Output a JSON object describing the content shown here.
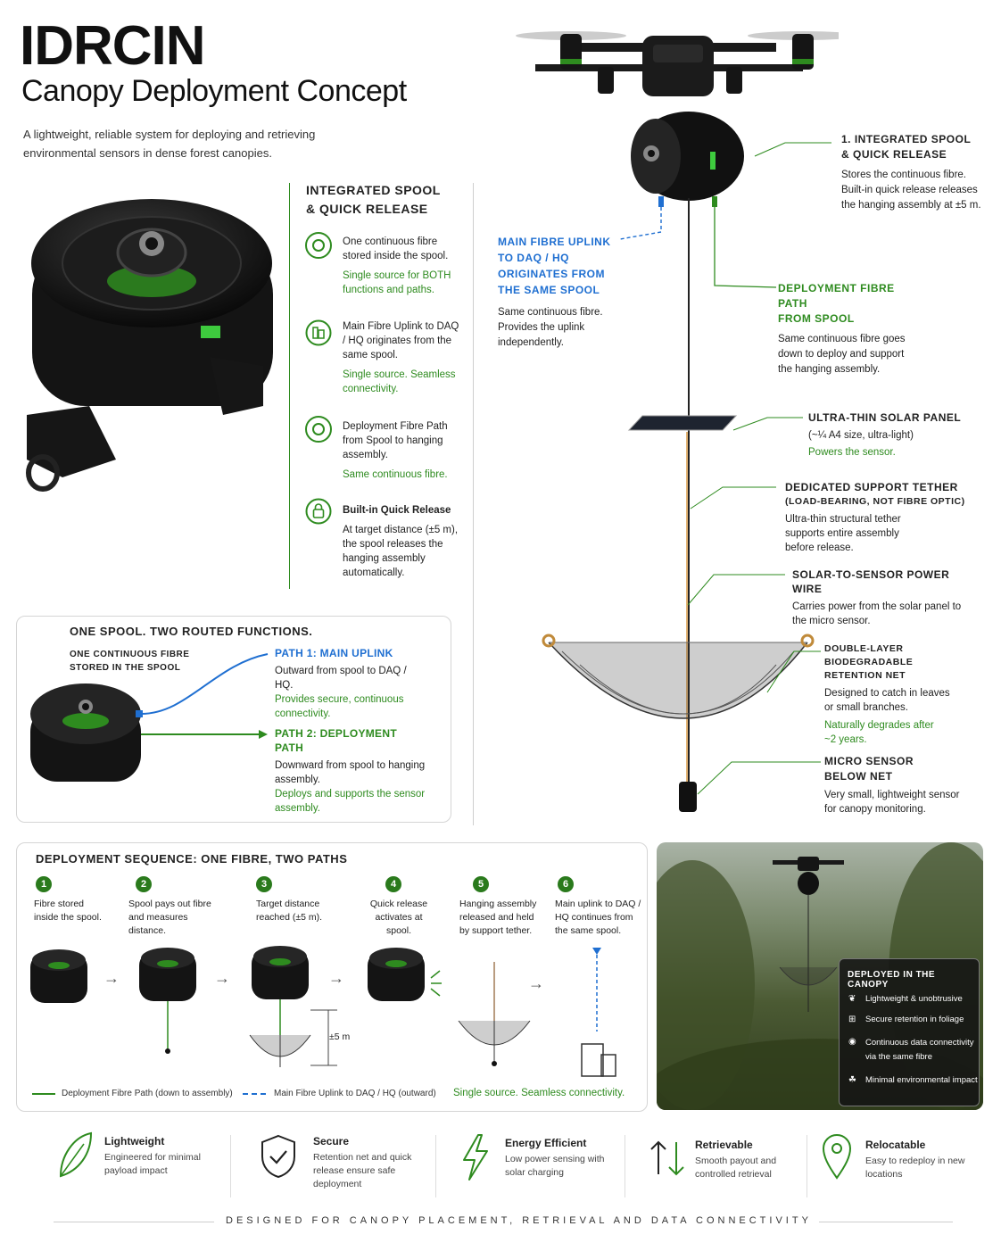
{
  "header": {
    "title": "IDRCIN",
    "subtitle": "Canopy Deployment Concept",
    "intro": "A lightweight, reliable system for deploying and retrieving environmental sensors in dense forest canopies."
  },
  "spool_panel": {
    "heading_line1": "INTEGRATED SPOOL",
    "heading_line2": "& QUICK RELEASE",
    "items": [
      {
        "icon": "target-icon",
        "text": "One continuous fibre stored inside the spool.",
        "note": "Single source for BOTH functions and paths."
      },
      {
        "icon": "building-icon",
        "text": "Main Fibre Uplink to DAQ / HQ originates from the same spool.",
        "note": "Single source. Seamless connectivity."
      },
      {
        "icon": "target-icon",
        "text": "Deployment Fibre Path from Spool to hanging assembly.",
        "note": "Same continuous fibre."
      },
      {
        "icon": "lock-icon",
        "text": "Built-in Quick Release",
        "note": "At target distance (±5 m), the spool releases the hanging assembly automatically."
      }
    ]
  },
  "routing_panel": {
    "heading": "ONE SPOOL. TWO ROUTED FUNCTIONS.",
    "fibre_label_line1": "ONE CONTINUOUS FIBRE",
    "fibre_label_line2": "STORED IN THE SPOOL",
    "path1_title": "PATH 1: MAIN UPLINK",
    "path1_text": "Outward from spool to DAQ / HQ.",
    "path1_note": "Provides secure, continuous connectivity.",
    "path2_title": "PATH 2: DEPLOYMENT PATH",
    "path2_text": "Downward from spool to hanging assembly.",
    "path2_note": "Deploys and supports the sensor assembly."
  },
  "drone_callouts": {
    "spool": {
      "title_line1": "1. INTEGRATED SPOOL",
      "title_line2": "& QUICK RELEASE",
      "text": "Stores the continuous fibre. Built-in quick release releases the hanging assembly at ±5 m."
    },
    "uplink": {
      "title": "MAIN FIBRE UPLINK TO DAQ / HQ ORIGINATES FROM THE SAME SPOOL",
      "text": "Same continuous fibre. Provides the uplink independently."
    },
    "deploy": {
      "title_line1": "DEPLOYMENT FIBRE PATH",
      "title_line2": "FROM SPOOL",
      "text": "Same continuous fibre goes down to deploy and support the hanging assembly."
    },
    "solar": {
      "title": "ULTRA-THIN SOLAR PANEL",
      "text": "(~¼ A4 size, ultra-light)",
      "note": "Powers the sensor."
    },
    "tether": {
      "title_line1": "DEDICATED SUPPORT TETHER",
      "title_line2": "(LOAD-BEARING, NOT FIBRE OPTIC)",
      "text": "Ultra-thin structural tether supports entire assembly before release."
    },
    "power": {
      "title": "SOLAR-TO-SENSOR POWER WIRE",
      "text": "Carries power from the solar panel to the micro sensor."
    },
    "net": {
      "title_line1": "DOUBLE-LAYER BIODEGRADABLE",
      "title_line2": "RETENTION NET",
      "text": "Designed to catch in leaves or small branches.",
      "note": "Naturally degrades after ~2 years."
    },
    "sensor": {
      "title_line1": "MICRO SENSOR",
      "title_line2": "BELOW NET",
      "text": "Very small, lightweight sensor for canopy monitoring."
    }
  },
  "sequence": {
    "heading": "DEPLOYMENT SEQUENCE: ONE FIBRE, TWO PATHS",
    "steps": [
      {
        "num": "1",
        "text": "Fibre stored inside the spool."
      },
      {
        "num": "2",
        "text": "Spool pays out fibre and measures distance."
      },
      {
        "num": "3",
        "text": "Target distance reached (±5 m)."
      },
      {
        "num": "4",
        "text": "Quick release activates at spool."
      },
      {
        "num": "5",
        "text": "Hanging assembly released and held by support tether."
      },
      {
        "num": "6",
        "text": "Main uplink to DAQ / HQ continues from the same spool."
      }
    ],
    "distance_label": "±5 m",
    "legend_deploy": "Deployment Fibre Path (down to assembly)",
    "legend_uplink": "Main Fibre Uplink to DAQ / HQ (outward)",
    "legend_note": "Single source. Seamless connectivity."
  },
  "canopy_photo": {
    "box_title": "DEPLOYED IN THE CANOPY",
    "items": [
      {
        "icon": "feather-icon",
        "text": "Lightweight & unobtrusive"
      },
      {
        "icon": "net-icon",
        "text": "Secure retention in foliage"
      },
      {
        "icon": "signal-icon",
        "text": "Continuous data connectivity via the same fibre"
      },
      {
        "icon": "leaf-icon",
        "text": "Minimal environmental impact"
      }
    ]
  },
  "features": [
    {
      "icon": "leaf-icon",
      "title": "Lightweight",
      "text": "Engineered for minimal payload impact"
    },
    {
      "icon": "shield-check-icon",
      "title": "Secure",
      "text": "Retention net and quick release ensure safe deployment"
    },
    {
      "icon": "lightning-icon",
      "title": "Energy Efficient",
      "text": "Low power sensing with solar charging"
    },
    {
      "icon": "up-down-arrows-icon",
      "title": "Retrievable",
      "text": "Smooth payout and controlled retrieval"
    },
    {
      "icon": "location-pin-icon",
      "title": "Relocatable",
      "text": "Easy to redeploy in new locations"
    }
  ],
  "footer": {
    "tagline": "DESIGNED FOR CANOPY PLACEMENT, RETRIEVAL AND DATA CONNECTIVITY"
  },
  "colors": {
    "green": "#2e8b1f",
    "blue": "#1f6fd1",
    "dark": "#111111"
  }
}
